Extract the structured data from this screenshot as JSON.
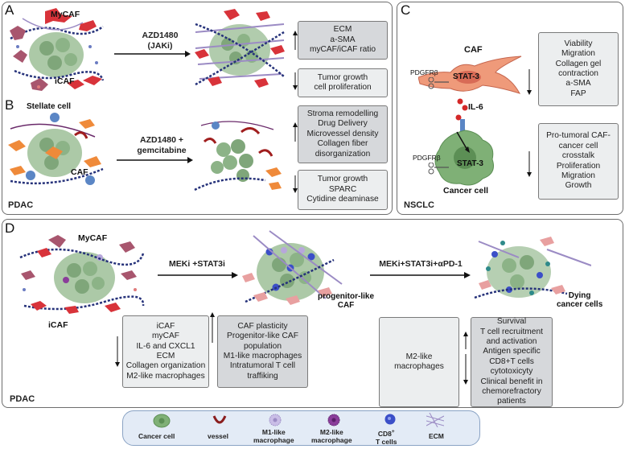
{
  "panels": {
    "a": {
      "letter": "A",
      "mycaf": "MyCAF",
      "icaf": "iCAF",
      "treatment": [
        "AZD1480",
        "(JAKi)"
      ],
      "up_box": [
        "ECM",
        "a-SMA",
        "myCAF/iCAF ratio"
      ],
      "down_box": [
        "Tumor growth",
        "cell  proliferation"
      ]
    },
    "b": {
      "letter": "B",
      "stellate": "Stellate cell",
      "caf": "CAF",
      "treatment": [
        "AZD1480  +",
        "gemcitabine"
      ],
      "up_box": [
        "Stroma remodelling",
        "Drug Delivery",
        "Microvessel density",
        "Collagen fiber",
        "disorganization"
      ],
      "down_box": [
        "Tumor growth",
        "SPARC",
        "Cytidine deaminase"
      ],
      "tumor": "PDAC"
    },
    "c": {
      "letter": "C",
      "caf": "CAF",
      "pdgfrb_top": "PDGFRβ",
      "stat3_top": "STAT-3",
      "il6": "IL-6",
      "pdgfrb_bottom": "PDGFRβ",
      "stat3_bottom": "STAT-3",
      "cancer_cell": "Cancer cell",
      "box1": [
        "Viability",
        "Migration",
        "Collagen gel",
        "contraction",
        "a-SMA",
        "FAP"
      ],
      "box2": [
        "Pro-tumoral CAF-",
        "cancer cell",
        "crosstalk",
        "Proliferation",
        "Migration",
        "Growth"
      ],
      "tumor": "NSCLC"
    },
    "d": {
      "letter": "D",
      "mycaf": "MyCAF",
      "icaf": "iCAF",
      "treatment1": "MEKi +STAT3i",
      "treatment2": "MEKi+STAT3i+αPD-1",
      "progenitor": [
        "progenitor-like",
        "CAF"
      ],
      "dying": [
        "Dying",
        "cancer cells"
      ],
      "box1": [
        "iCAF",
        "myCAF",
        "IL-6 and CXCL1",
        "ECM",
        "Collagen organization",
        "M2-like macrophages"
      ],
      "box2": [
        "CAF plasticity",
        "Progenitor-like CAF",
        "population",
        "M1-like macrophages",
        "Intratumoral T cell",
        "traffiking"
      ],
      "box3": [
        "M2-like",
        "macrophages"
      ],
      "box4": [
        "Survival",
        "T cell recruitment",
        "and activation",
        "Antigen specific",
        "CD8+T cells",
        "cytotoxicyty",
        "Clinical benefit in",
        "chemorefractory",
        "patients"
      ],
      "tumor": "PDAC"
    }
  },
  "legend": {
    "cancer_cell": "Cancer cell",
    "vessel": "vessel",
    "m1": [
      "M1-like",
      "macrophage"
    ],
    "m2": [
      "M2-like",
      "macrophage"
    ],
    "cd8_a": "CD8",
    "cd8_sup": "+",
    "cd8_b": "T cells",
    "ecm": "ECM"
  },
  "colors": {
    "caf_red": "#d8333a",
    "caf_pink": "#a8566e",
    "caf_orange": "#ef8a3a",
    "tumor_green": "#9dbf98",
    "box_dark": "#d6d8db",
    "box_light": "#eceeef",
    "legend_bg": "#e3ebf6"
  }
}
